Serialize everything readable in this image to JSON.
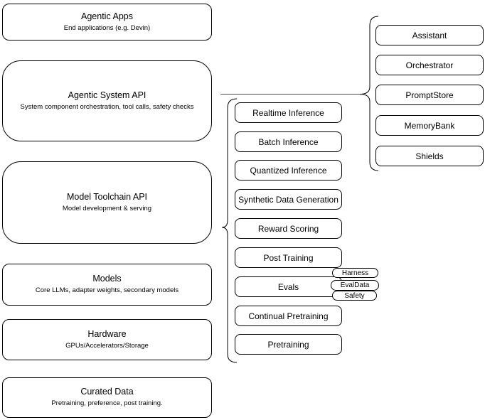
{
  "diagram": {
    "left_stack": [
      {
        "title": "Agentic Apps",
        "subtitle": "End applications (e.g. Devin)"
      },
      {
        "title": "Agentic System API",
        "subtitle": "System component orchestration, tool calls, safety checks"
      },
      {
        "title": "Model Toolchain API",
        "subtitle": "Model development & serving"
      },
      {
        "title": "Models",
        "subtitle": "Core LLMs, adapter weights, secondary models"
      },
      {
        "title": "Hardware",
        "subtitle": "GPUs/Accelerators/Storage"
      },
      {
        "title": "Curated Data",
        "subtitle": "Pretraining, preference, post training."
      }
    ],
    "toolchain_items": [
      "Realtime Inference",
      "Batch Inference",
      "Quantized Inference",
      "Synthetic Data Generation",
      "Reward Scoring",
      "Post Training",
      "Evals",
      "Continual Pretraining",
      "Pretraining"
    ],
    "evals_tags": [
      "Harness",
      "EvalData",
      "Safety"
    ],
    "system_components": [
      "Assistant",
      "Orchestrator",
      "PromptStore",
      "MemoryBank",
      "Shields"
    ],
    "colors": {
      "stroke": "#000000",
      "background": "#ffffff",
      "connector": "#4d4d4d"
    }
  }
}
